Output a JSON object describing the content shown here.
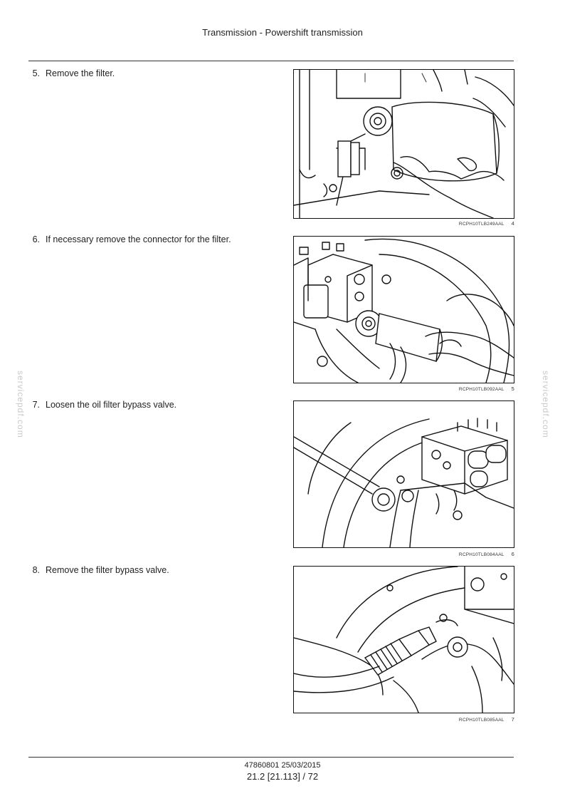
{
  "header": {
    "title": "Transmission - Powershift transmission"
  },
  "steps": [
    {
      "number": "5.",
      "text": "Remove the filter.",
      "figure": {
        "code": "RCPH10TLB249AAL",
        "number": "4"
      }
    },
    {
      "number": "6.",
      "text": "If necessary remove the connector for the filter.",
      "figure": {
        "code": "RCPH10TLB092AAL",
        "number": "5"
      }
    },
    {
      "number": "7.",
      "text": "Loosen the oil filter bypass valve.",
      "figure": {
        "code": "RCPH10TLB084AAL",
        "number": "6"
      }
    },
    {
      "number": "8.",
      "text": "Remove the filter bypass valve.",
      "figure": {
        "code": "RCPH10TLB085AAL",
        "number": "7"
      }
    }
  ],
  "watermark": "servicepdf.com",
  "footer": {
    "doc_ref": "47860801 25/03/2015",
    "page": "21.2 [21.113] / 72"
  }
}
